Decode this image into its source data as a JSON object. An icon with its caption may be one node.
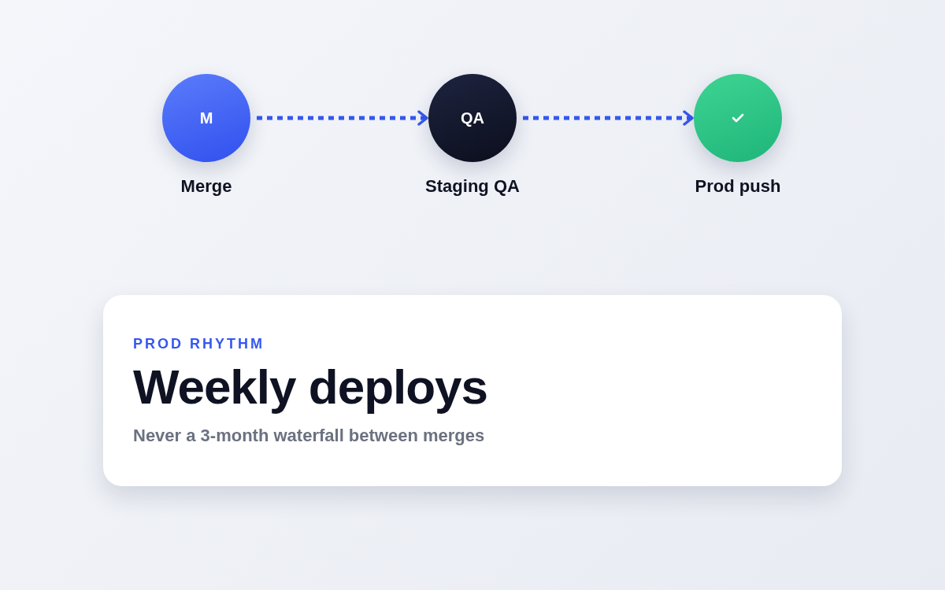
{
  "diagram": {
    "nodes": [
      {
        "text": [
          "M"
        ],
        "beside": [
          "Merge"
        ]
      },
      {
        "text": [
          "QA"
        ],
        "beside": [
          "Staging QA"
        ]
      },
      {
        "text": [],
        "shape": "circle",
        "beside": [
          "Prod push"
        ]
      },
      {
        "text": [
          "PROD RHYTHM",
          "Weekly deploys",
          "Never a 3-month waterfall between merges"
        ]
      }
    ],
    "edges": [
      {
        "from": 0,
        "to": 1,
        "arrow": "to",
        "style": "dashed"
      },
      {
        "from": 1,
        "to": 2,
        "arrow": "to",
        "style": "dashed"
      }
    ]
  }
}
